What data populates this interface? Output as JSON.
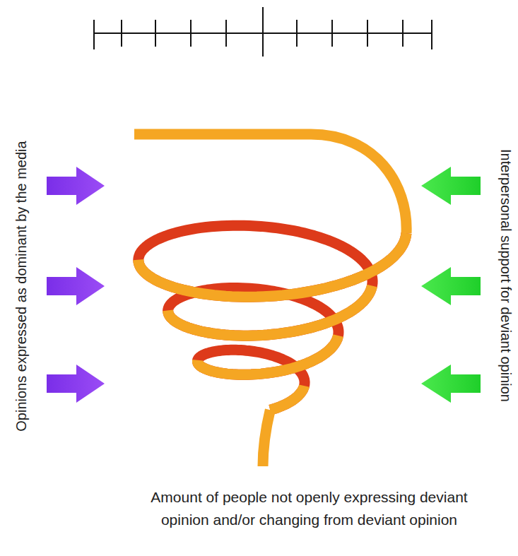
{
  "diagram": {
    "labels": [
      "Opinions expressed as dominant by the media",
      "Interpersonal support for deviant opinion",
      "Amount of people not openly expressing deviant opinion and/or changing from deviant opinion"
    ]
  }
}
